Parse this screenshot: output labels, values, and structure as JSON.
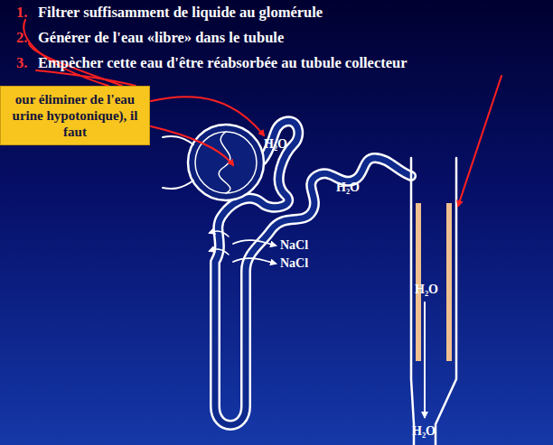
{
  "diagram": {
    "nodes": [
      {
        "text": [
          "our éliminer de l'eau urine hypotonique), il faut"
        ]
      }
    ],
    "labels": [
      "1.",
      "Filtrer suffisamment de liquide au glomérule",
      "2.",
      "Générer de l'eau «libre» dans le tubule",
      "3.",
      "Empècher cette eau d'être réabsorbée au tubule collecteur",
      "H₂O",
      "H₂O",
      "H₂O",
      "H₂O",
      "NaCl",
      "NaCl"
    ]
  }
}
